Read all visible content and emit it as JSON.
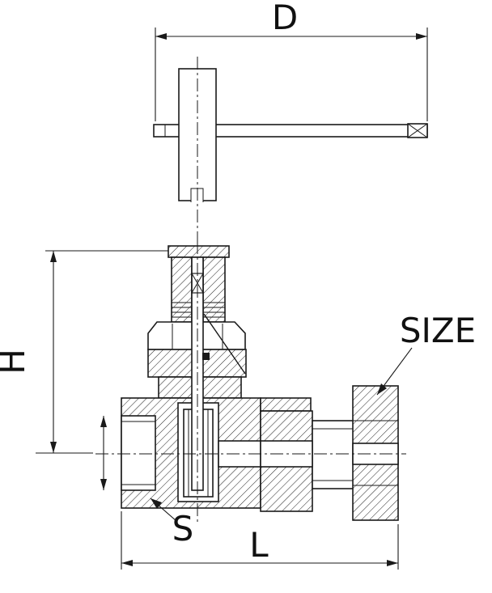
{
  "drawing": {
    "type": "valve-cross-section-technical-drawing",
    "labels": {
      "d": "D",
      "h": "H",
      "size": "SIZE",
      "s": "S",
      "l": "L"
    },
    "colors": {
      "line": "#1a1a1a",
      "background": "#ffffff"
    }
  }
}
